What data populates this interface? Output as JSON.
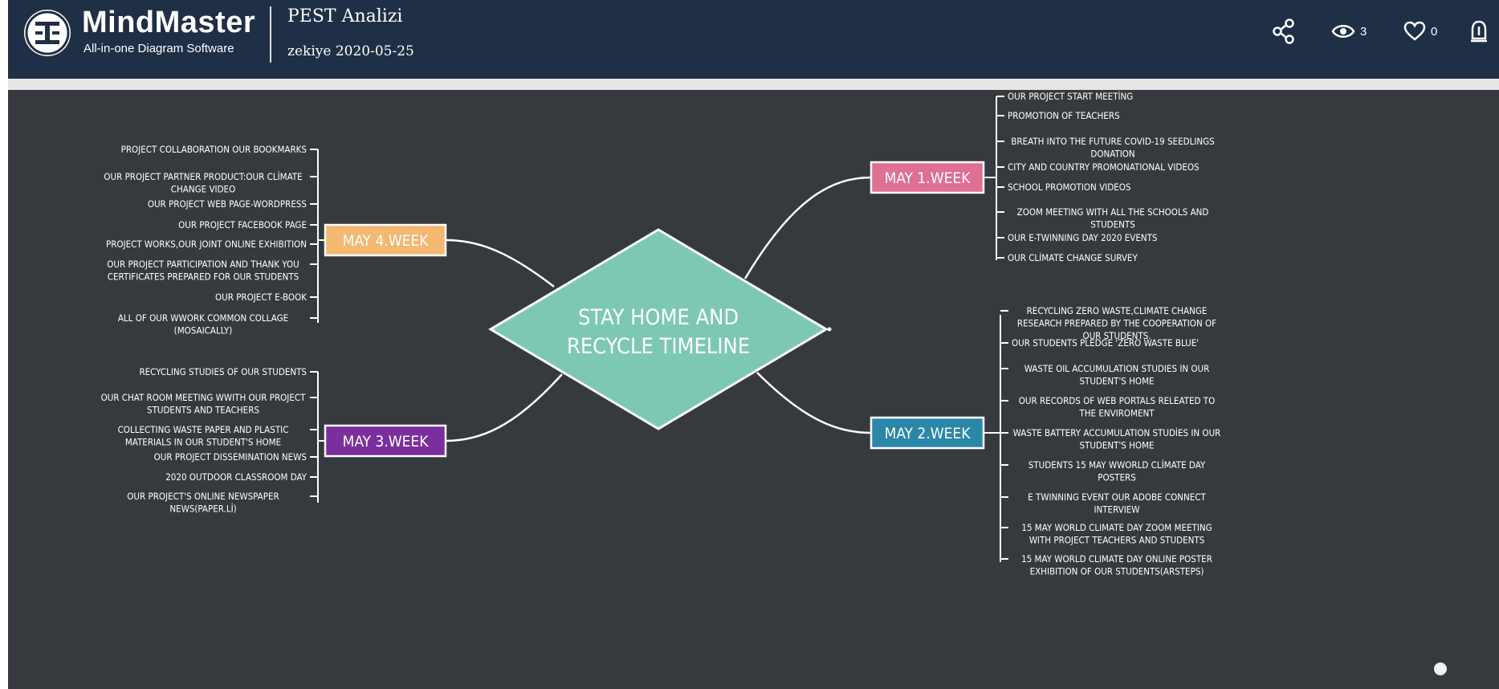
{
  "header": {
    "app_name": "MindMaster",
    "tagline": "All-in-one Diagram Software",
    "doc_title": "PEST Analizi",
    "doc_subtitle": "zekiye 2020-05-25",
    "views_count": "3",
    "likes_count": "0",
    "icons": [
      "share-icon",
      "eye-icon",
      "heart-icon",
      "report-icon"
    ]
  },
  "mindmap": {
    "central": {
      "lines": [
        "STAY HOME AND",
        "RECYCLE TIMELINE"
      ],
      "color": "#7dc8b3"
    },
    "branches": [
      {
        "id": "may1",
        "label": "MAY 1.WEEK",
        "color": "#e06f94",
        "side": "right",
        "topics": [
          [
            "OUR PROJECT START MEETİNG"
          ],
          [
            "PROMOTION OF TEACHERS"
          ],
          [
            "BREATH INTO THE FUTURE COVID-19 SEEDLINGS",
            "DONATION"
          ],
          [
            "CITY AND COUNTRY PROMONATIONAL VIDEOS"
          ],
          [
            "SCHOOL PROMOTION VIDEOS"
          ],
          [
            "ZOOM MEETING WITH ALL THE SCHOOLS AND",
            "STUDENTS"
          ],
          [
            "OUR E-TWINNING DAY 2020 EVENTS"
          ],
          [
            "OUR CLİMATE CHANGE SURVEY"
          ]
        ]
      },
      {
        "id": "may2",
        "label": "MAY 2.WEEK",
        "color": "#2b87a8",
        "side": "right",
        "topics": [
          [
            "RECYCLING ZERO WASTE,CLIMATE CHANGE",
            "RESEARCH PREPARED BY THE COOPERATION OF",
            "OUR STUDENTS."
          ],
          [
            "OUR STUDENTS PLEDGE 'ZERO WASTE BLUE'"
          ],
          [
            "WASTE OIL ACCUMULATION STUDIES IN OUR",
            "STUDENT'S HOME"
          ],
          [
            "OUR RECORDS OF WEB PORTALS RELEATED TO",
            "THE ENVIROMENT"
          ],
          [
            "WASTE BATTERY ACCUMULATION STUDİES IN OUR",
            "STUDENT'S HOME"
          ],
          [
            "STUDENTS 15 MAY WWORLD CLİMATE DAY",
            "POSTERS"
          ],
          [
            "E TWINNING EVENT OUR ADOBE CONNECT",
            "INTERVIEW"
          ],
          [
            "15 MAY WORLD CLIMATE DAY ZOOM MEETING",
            "WITH PROJECT TEACHERS AND STUDENTS"
          ],
          [
            "15 MAY WORLD CLIMATE DAY ONLINE POSTER",
            "EXHIBITION OF OUR STUDENTS(ARSTEPS)"
          ]
        ]
      },
      {
        "id": "may4",
        "label": "MAY 4.WEEK",
        "color": "#f3b872",
        "side": "left",
        "topics": [
          [
            "PROJECT COLLABORATION OUR BOOKMARKS"
          ],
          [
            "OUR PROJECT PARTNER PRODUCT:OUR CLİMATE",
            "CHANGE VIDEO"
          ],
          [
            "OUR PROJECT WEB PAGE-WORDPRESS"
          ],
          [
            "OUR PROJECT FACEBOOK PAGE"
          ],
          [
            "PROJECT WORKS,OUR JOINT ONLINE EXHIBITION"
          ],
          [
            "OUR PROJECT PARTICIPATION AND THANK YOU",
            "CERTIFICATES PREPARED FOR  OUR STUDENTS"
          ],
          [
            "OUR PROJECT E-BOOK"
          ],
          [
            "ALL OF OUR WWORK COMMON COLLAGE",
            "(MOSAICALLY)"
          ]
        ]
      },
      {
        "id": "may3",
        "label": "MAY 3.WEEK",
        "color": "#7b2f9e",
        "side": "left",
        "topics": [
          [
            "RECYCLING STUDIES OF OUR STUDENTS"
          ],
          [
            "OUR CHAT ROOM MEETING WWITH OUR PROJECT",
            "STUDENTS AND TEACHERS"
          ],
          [
            "COLLECTING WASTE PAPER AND PLASTIC",
            "MATERIALS IN OUR STUDENT'S HOME"
          ],
          [
            "OUR PROJECT DISSEMINATION NEWS"
          ],
          [
            "2020 OUTDOOR CLASSROOM DAY"
          ],
          [
            "OUR PROJECT'S ONLINE NEWSPAPER",
            "NEWS(PAPER.Lİ)"
          ]
        ]
      }
    ]
  }
}
